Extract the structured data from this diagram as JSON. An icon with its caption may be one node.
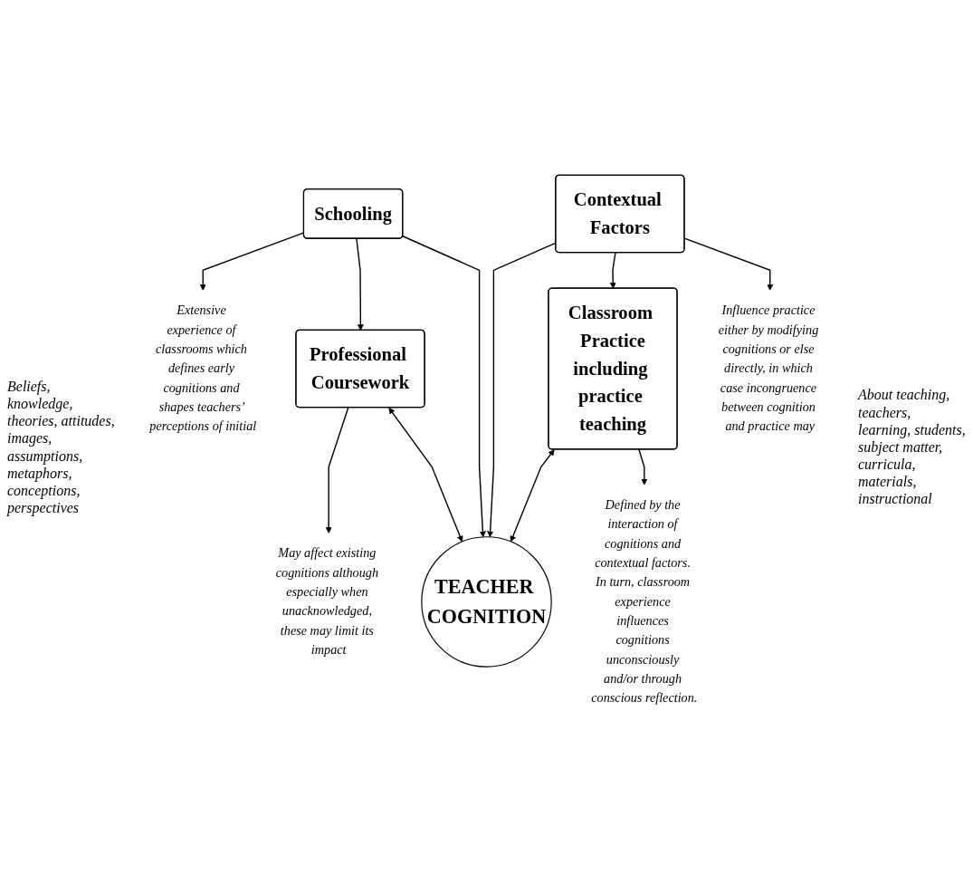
{
  "diagram": {
    "nodes": [
      {
        "text": [
          "Extensive experience of classrooms which defines early cognitions and shapes teachers’ perceptions of initial"
        ]
      },
      {
        "text": [
          "Schooling"
        ]
      },
      {
        "text": [
          "May affect existing cognitions although especially when unacknowledged, these may limit its impact"
        ]
      },
      {
        "text": [
          "Professional Coursework"
        ]
      },
      {
        "text": [
          "TEACHER COGNITION"
        ]
      },
      {
        "text": [
          "Contextual Factors"
        ]
      },
      {
        "text": [
          "Classroom Practice",
          "including practice teaching"
        ]
      },
      {
        "text": [
          "Influence practice either by modifying cognitions or else directly, in which case incongruence between cognition and practice may"
        ]
      },
      {
        "text": [
          "Defined by the interaction of cognitions and contextual factors. In turn, classroom experience influences cognitions unconsciously and/or through conscious reflection."
        ]
      }
    ],
    "edges": [
      {
        "from": 1,
        "to": 0,
        "arrow": "to"
      },
      {
        "from": 3,
        "to": 2,
        "arrow": "to"
      },
      {
        "from": 1,
        "to": 3,
        "arrow": "to"
      },
      {
        "from": 1,
        "to": 4,
        "arrow": "to"
      },
      {
        "from": 3,
        "to": 4,
        "arrow": "both"
      },
      {
        "from": 5,
        "to": 4,
        "arrow": "to"
      },
      {
        "from": 5,
        "to": 6,
        "arrow": "to"
      },
      {
        "from": 6,
        "to": 4,
        "arrow": "both"
      },
      {
        "from": 5,
        "to": 7,
        "arrow": "to"
      },
      {
        "from": 6,
        "to": 8,
        "arrow": "to"
      }
    ],
    "labels": [
      "Beliefs, knowledge, theories, attitudes, images, assumptions, metaphors, conceptions, perspectives",
      "About teaching, teachers, learning, students, subject matter, curricula, materials, instructional"
    ]
  }
}
